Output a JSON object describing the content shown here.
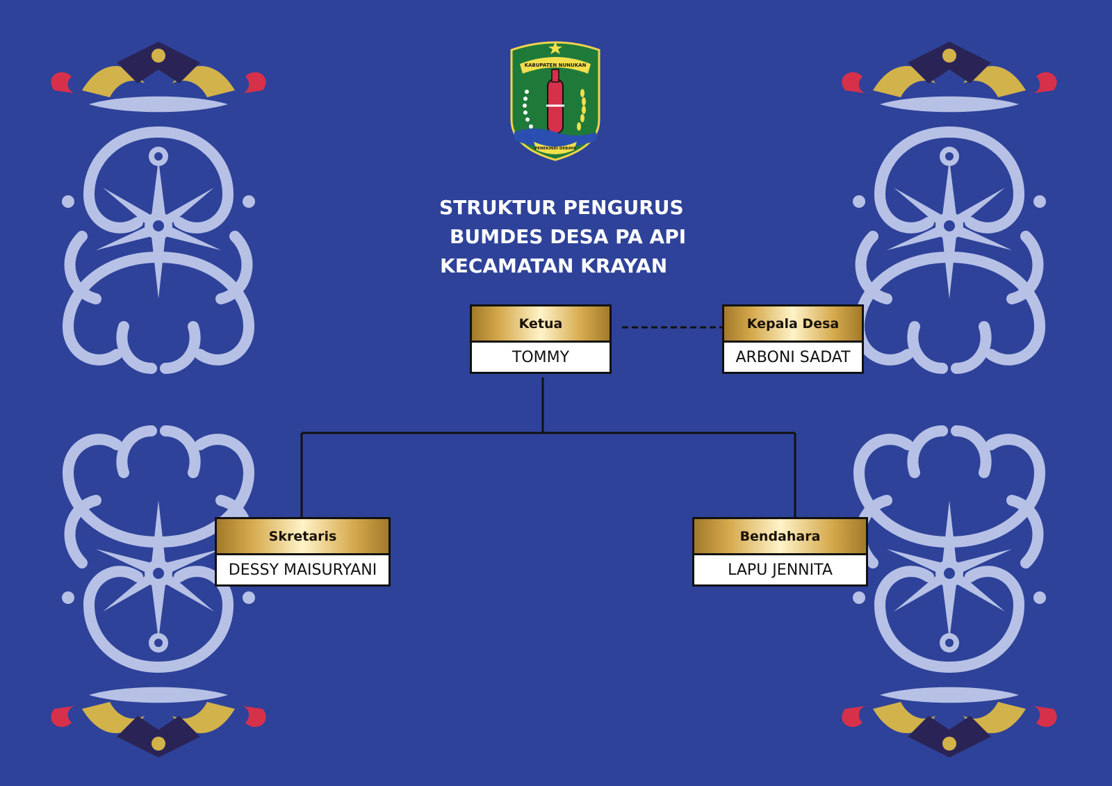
{
  "title": {
    "line1": "STRUKTUR PENGURUS",
    "line2": "BUMDES DESA PA API",
    "line3": "KECAMATAN KRAYAN"
  },
  "logo": {
    "top_text": "KABUPATEN NUNUKAN",
    "bottom_text": "PENEKINDI DEBAYA"
  },
  "colors": {
    "background": "#2e4299",
    "ornament": "#b7c1e6",
    "gold": "#d5a94c",
    "red": "#d6304a"
  },
  "nodes": [
    {
      "id": "ketua",
      "role": "Ketua",
      "name": "TOMMY"
    },
    {
      "id": "kepala_desa",
      "role": "Kepala Desa",
      "name": "ARBONI SADAT"
    },
    {
      "id": "sekretaris",
      "role": "Skretaris",
      "name": "DESSY MAISURYANI"
    },
    {
      "id": "bendahara",
      "role": "Bendahara",
      "name": "LAPU JENNITA"
    }
  ],
  "edges": [
    {
      "from": "ketua",
      "to": "kepala_desa",
      "style": "dashed"
    },
    {
      "from": "ketua",
      "to": "sekretaris",
      "style": "solid"
    },
    {
      "from": "ketua",
      "to": "bendahara",
      "style": "solid"
    }
  ]
}
